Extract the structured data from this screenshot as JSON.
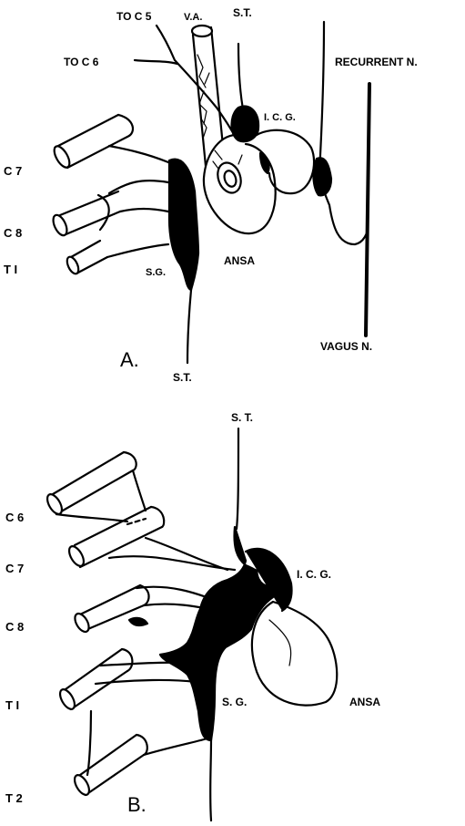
{
  "panel_a": {
    "letter": "A.",
    "labels": {
      "to_c5": "TO C 5",
      "to_c6": "TO C 6",
      "va": "V.A.",
      "st_top": "S.T.",
      "recurrent": "RECURRENT N.",
      "icg": "I. C. G.",
      "c7": "C 7",
      "c8": "C 8",
      "t1": "T I",
      "sg": "S.G.",
      "ansa": "ANSA",
      "vagus": "VAGUS N.",
      "st_bottom": "S.T."
    }
  },
  "panel_b": {
    "letter": "B.",
    "labels": {
      "st_top": "S. T.",
      "c6": "C 6",
      "c7": "C 7",
      "icg": "I. C. G.",
      "c8": "C 8",
      "t1": "T I",
      "sg": "S. G.",
      "ansa": "ANSA",
      "t2": "T 2"
    }
  },
  "colors": {
    "ink": "#000000",
    "paper": "#ffffff"
  }
}
